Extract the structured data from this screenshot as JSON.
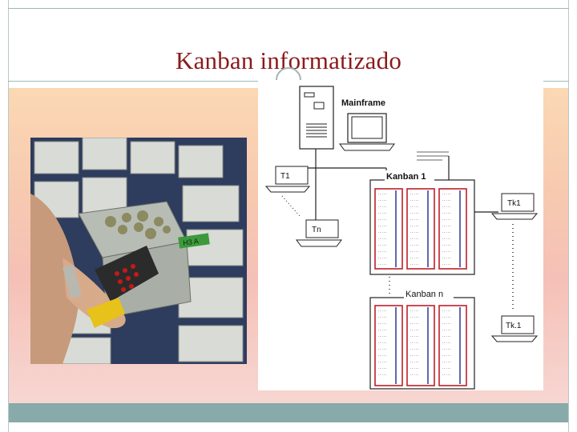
{
  "slide": {
    "title": "Kanban informatizado"
  },
  "diagram": {
    "mainframe_label": "Mainframe",
    "terminal_t1_label": "T1",
    "terminal_tn_label": "Tn",
    "terminal_tk1_label": "Tk1",
    "terminal_tk_label": "Tk.1",
    "kanban_1_label": "Kanban 1",
    "kanban_n_label": "Kanban n",
    "bin_label": "H3 A",
    "colors": {
      "title": "#8b1a1a",
      "footer": "#88aaaa",
      "band_top": "#fbd8b4",
      "band_bottom": "#f7d6d2",
      "board_red": "#c0202a",
      "board_blue": "#1a2a8a"
    },
    "icons": [
      "computer-icon",
      "monitor-icon",
      "terminal-icon",
      "barcode-scanner-image"
    ]
  }
}
